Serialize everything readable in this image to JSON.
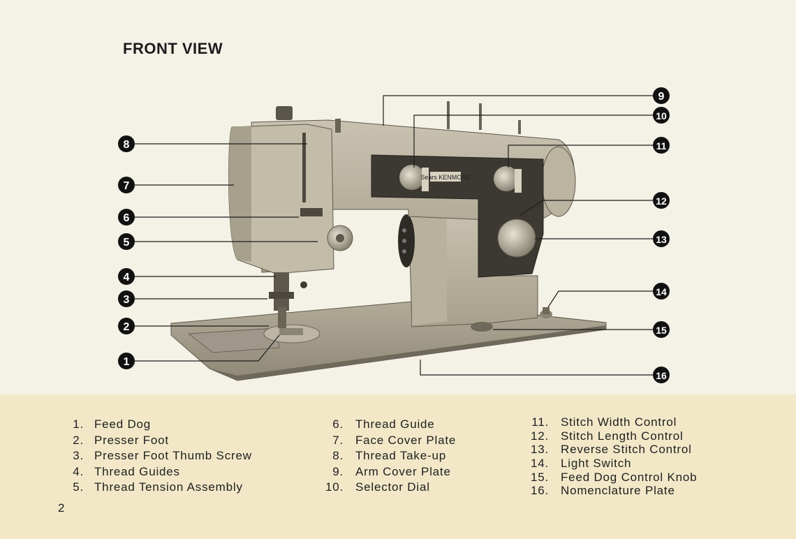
{
  "title": "FRONT VIEW",
  "page_number": "2",
  "callouts": [
    "1",
    "2",
    "3",
    "4",
    "5",
    "6",
    "7",
    "8",
    "9",
    "10",
    "11",
    "12",
    "13",
    "14",
    "15",
    "16"
  ],
  "machine": {
    "brand_plate": "Sears KENMORE"
  },
  "legend": {
    "column1": [
      {
        "num": "1.",
        "label": "Feed Dog"
      },
      {
        "num": "2.",
        "label": "Presser Foot"
      },
      {
        "num": "3.",
        "label": "Presser Foot Thumb Screw"
      },
      {
        "num": "4.",
        "label": "Thread Guides"
      },
      {
        "num": "5.",
        "label": "Thread Tension Assembly"
      }
    ],
    "column2": [
      {
        "num": "6.",
        "label": "Thread Guide"
      },
      {
        "num": "7.",
        "label": "Face Cover Plate"
      },
      {
        "num": "8.",
        "label": "Thread Take-up"
      },
      {
        "num": "9.",
        "label": "Arm Cover Plate"
      },
      {
        "num": "10.",
        "label": "Selector Dial"
      }
    ],
    "column3": [
      {
        "num": "11.",
        "label": "Stitch Width Control"
      },
      {
        "num": "12.",
        "label": "Stitch Length Control"
      },
      {
        "num": "13.",
        "label": "Reverse Stitch Control"
      },
      {
        "num": "14.",
        "label": "Light Switch"
      },
      {
        "num": "15.",
        "label": "Feed Dog Control Knob"
      },
      {
        "num": "16.",
        "label": "Nomenclature Plate"
      }
    ]
  }
}
